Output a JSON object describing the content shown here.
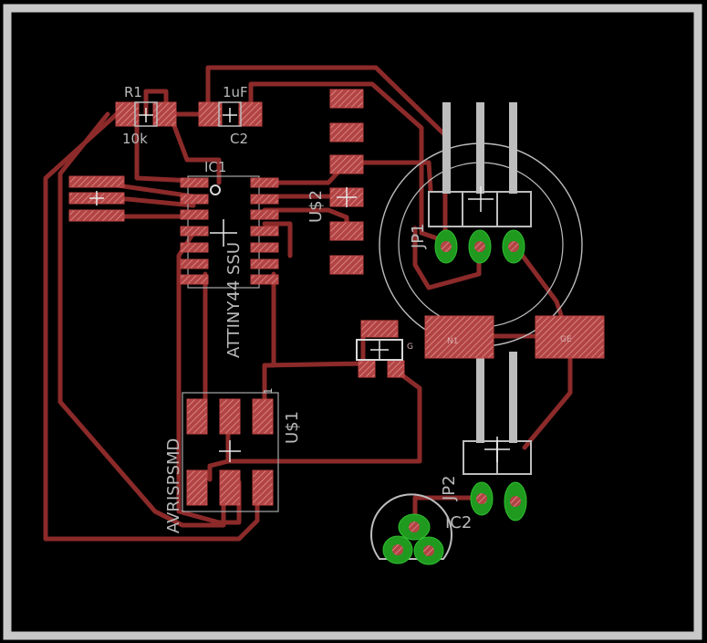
{
  "board": {
    "background": "#000000",
    "outline_color": "#c8c8c8",
    "trace_color": "#8c2a2a",
    "pad_color": "#b84a4a",
    "via_color": "#1f9a1f"
  },
  "labels": {
    "r1_name": "R1",
    "r1_value": "10k",
    "c2_value": "1uF",
    "c2_name": "C2",
    "ic1_name": "IC1",
    "ic1_package": "ATTINY44 SSU",
    "us2_name": "U$2",
    "us1_name": "U$1",
    "us1_pin1": "1",
    "avr_name": "AVRISPSMD",
    "jp1_name": "JP1",
    "jp2_name": "JP2",
    "ic2_name": "IC2",
    "pad_nlt_text": "N1",
    "pad_right_text": "GE",
    "q_pin_text": "G"
  }
}
